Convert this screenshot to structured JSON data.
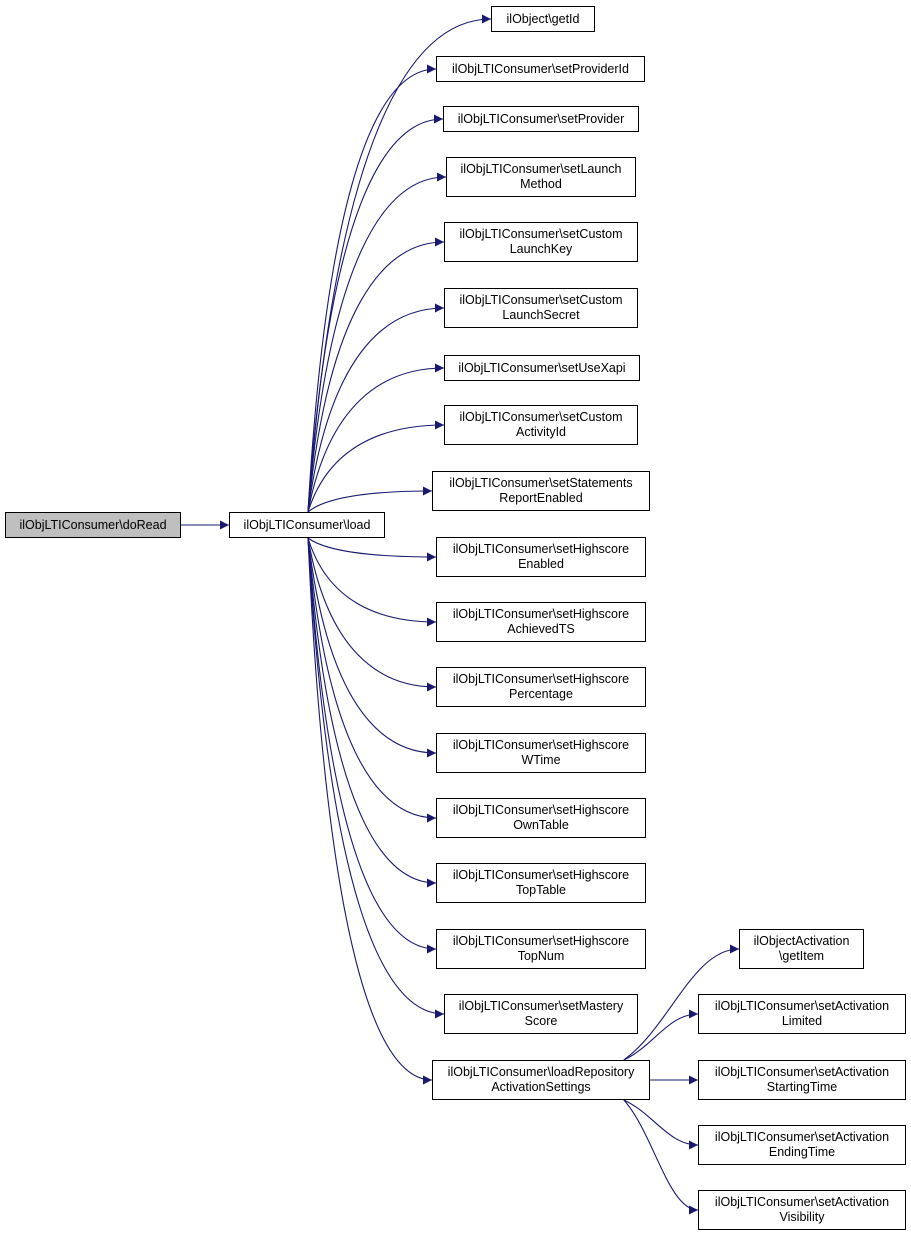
{
  "colors": {
    "edge": "#191970",
    "root_fill": "#bfbfbf",
    "node_fill": "#ffffff",
    "border": "#000000"
  },
  "nodes": [
    {
      "id": "doRead",
      "lines": [
        "ilObjLTIConsumer\\doRead"
      ],
      "root": true
    },
    {
      "id": "load",
      "lines": [
        "ilObjLTIConsumer\\load"
      ]
    },
    {
      "id": "getId",
      "lines": [
        "ilObject\\getId"
      ]
    },
    {
      "id": "setProviderId",
      "lines": [
        "ilObjLTIConsumer\\setProviderId"
      ]
    },
    {
      "id": "setProvider",
      "lines": [
        "ilObjLTIConsumer\\setProvider"
      ]
    },
    {
      "id": "setLaunchMethod",
      "lines": [
        "ilObjLTIConsumer\\setLaunch",
        "Method"
      ]
    },
    {
      "id": "setCustomLaunchKey",
      "lines": [
        "ilObjLTIConsumer\\setCustom",
        "LaunchKey"
      ]
    },
    {
      "id": "setCustomLaunchSecret",
      "lines": [
        "ilObjLTIConsumer\\setCustom",
        "LaunchSecret"
      ]
    },
    {
      "id": "setUseXapi",
      "lines": [
        "ilObjLTIConsumer\\setUseXapi"
      ]
    },
    {
      "id": "setCustomActivityId",
      "lines": [
        "ilObjLTIConsumer\\setCustom",
        "ActivityId"
      ]
    },
    {
      "id": "setStatementsReportEnabled",
      "lines": [
        "ilObjLTIConsumer\\setStatements",
        "ReportEnabled"
      ]
    },
    {
      "id": "setHighscoreEnabled",
      "lines": [
        "ilObjLTIConsumer\\setHighscore",
        "Enabled"
      ]
    },
    {
      "id": "setHighscoreAchievedTS",
      "lines": [
        "ilObjLTIConsumer\\setHighscore",
        "AchievedTS"
      ]
    },
    {
      "id": "setHighscorePercentage",
      "lines": [
        "ilObjLTIConsumer\\setHighscore",
        "Percentage"
      ]
    },
    {
      "id": "setHighscoreWTime",
      "lines": [
        "ilObjLTIConsumer\\setHighscore",
        "WTime"
      ]
    },
    {
      "id": "setHighscoreOwnTable",
      "lines": [
        "ilObjLTIConsumer\\setHighscore",
        "OwnTable"
      ]
    },
    {
      "id": "setHighscoreTopTable",
      "lines": [
        "ilObjLTIConsumer\\setHighscore",
        "TopTable"
      ]
    },
    {
      "id": "setHighscoreTopNum",
      "lines": [
        "ilObjLTIConsumer\\setHighscore",
        "TopNum"
      ]
    },
    {
      "id": "setMasteryScore",
      "lines": [
        "ilObjLTIConsumer\\setMastery",
        "Score"
      ]
    },
    {
      "id": "loadRepositoryActivationSettings",
      "lines": [
        "ilObjLTIConsumer\\loadRepository",
        "ActivationSettings"
      ]
    },
    {
      "id": "getItem",
      "lines": [
        "ilObjectActivation",
        "\\getItem"
      ]
    },
    {
      "id": "setActivationLimited",
      "lines": [
        "ilObjLTIConsumer\\setActivation",
        "Limited"
      ]
    },
    {
      "id": "setActivationStartingTime",
      "lines": [
        "ilObjLTIConsumer\\setActivation",
        "StartingTime"
      ]
    },
    {
      "id": "setActivationEndingTime",
      "lines": [
        "ilObjLTIConsumer\\setActivation",
        "EndingTime"
      ]
    },
    {
      "id": "setActivationVisibility",
      "lines": [
        "ilObjLTIConsumer\\setActivation",
        "Visibility"
      ]
    }
  ],
  "edges": [
    [
      "doRead",
      "load"
    ],
    [
      "load",
      "getId"
    ],
    [
      "load",
      "setProviderId"
    ],
    [
      "load",
      "setProvider"
    ],
    [
      "load",
      "setLaunchMethod"
    ],
    [
      "load",
      "setCustomLaunchKey"
    ],
    [
      "load",
      "setCustomLaunchSecret"
    ],
    [
      "load",
      "setUseXapi"
    ],
    [
      "load",
      "setCustomActivityId"
    ],
    [
      "load",
      "setStatementsReportEnabled"
    ],
    [
      "load",
      "setHighscoreEnabled"
    ],
    [
      "load",
      "setHighscoreAchievedTS"
    ],
    [
      "load",
      "setHighscorePercentage"
    ],
    [
      "load",
      "setHighscoreWTime"
    ],
    [
      "load",
      "setHighscoreOwnTable"
    ],
    [
      "load",
      "setHighscoreTopTable"
    ],
    [
      "load",
      "setHighscoreTopNum"
    ],
    [
      "load",
      "setMasteryScore"
    ],
    [
      "load",
      "loadRepositoryActivationSettings"
    ],
    [
      "loadRepositoryActivationSettings",
      "getItem"
    ],
    [
      "loadRepositoryActivationSettings",
      "setActivationLimited"
    ],
    [
      "loadRepositoryActivationSettings",
      "setActivationStartingTime"
    ],
    [
      "loadRepositoryActivationSettings",
      "setActivationEndingTime"
    ],
    [
      "loadRepositoryActivationSettings",
      "setActivationVisibility"
    ]
  ]
}
